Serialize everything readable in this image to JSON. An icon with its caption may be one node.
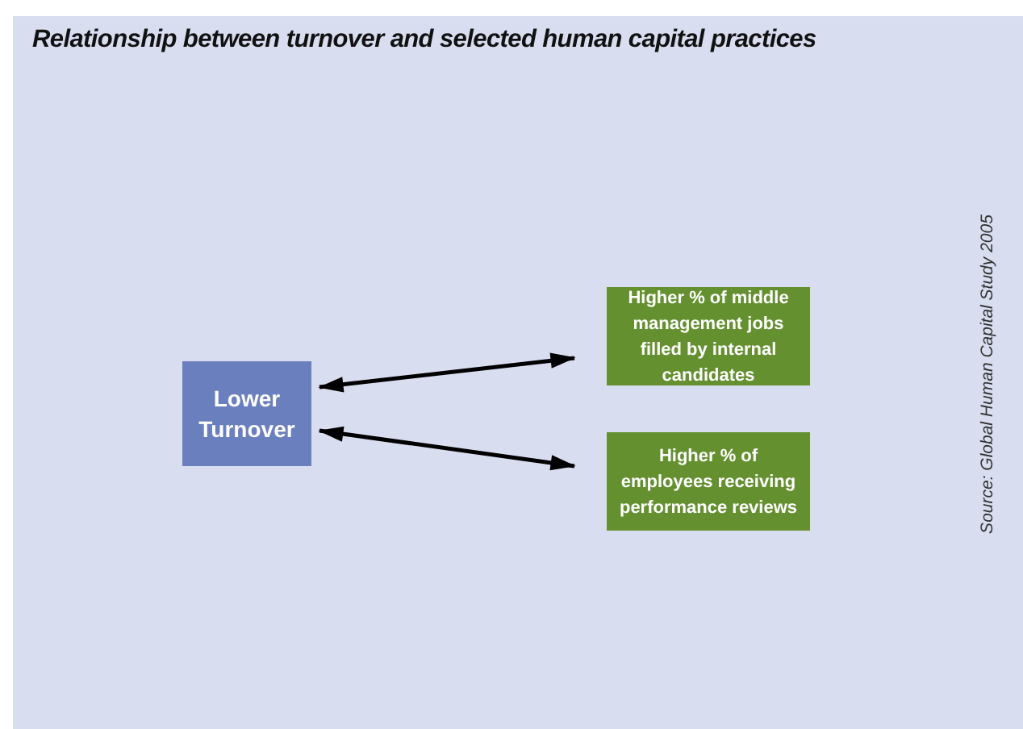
{
  "diagram": {
    "title": "Relationship between turnover and selected human capital practices",
    "nodes": [
      {
        "text": [
          "Lower Turnover"
        ]
      },
      {
        "text": [
          "Higher % of middle management jobs filled by internal candidates"
        ]
      },
      {
        "text": [
          "Higher % of employees receiving performance reviews"
        ]
      }
    ],
    "edges": [
      {
        "from": 0,
        "to": 1,
        "arrow": "both"
      },
      {
        "from": 0,
        "to": 2,
        "arrow": "both"
      }
    ],
    "labels": [
      "Source: Global Human Capital Study 2005"
    ]
  }
}
